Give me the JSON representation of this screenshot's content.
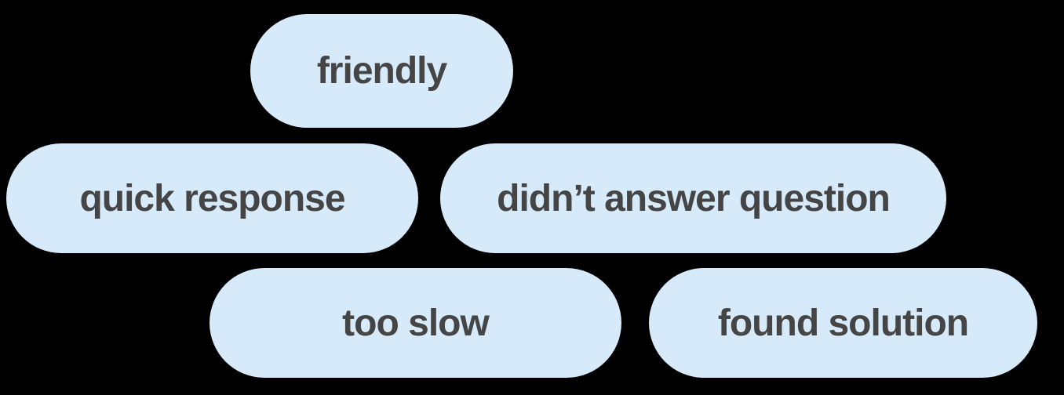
{
  "style": {
    "page_background": "#000000",
    "chip_background": "#d7eafa",
    "chip_text": "#454545"
  },
  "tags": {
    "items": [
      {
        "label": "friendly"
      },
      {
        "label": "quick response"
      },
      {
        "label": "didn’t answer question"
      },
      {
        "label": "too slow"
      },
      {
        "label": "found solution"
      }
    ]
  }
}
